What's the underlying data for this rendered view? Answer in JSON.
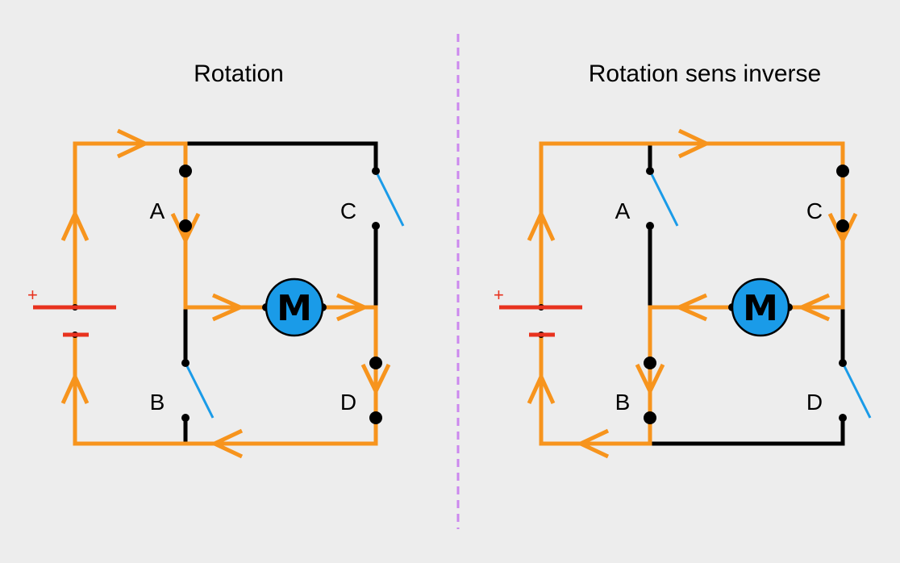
{
  "colors": {
    "background": "#ededed",
    "current_path": "#f7941d",
    "wire": "#000000",
    "open_switch": "#1a9be8",
    "battery": "#e8321e",
    "motor_fill": "#1a9be8",
    "divider": "#cc88ee"
  },
  "left": {
    "title": "Rotation",
    "labels": {
      "a": "A",
      "b": "B",
      "c": "C",
      "d": "D"
    },
    "motor": "M",
    "battery_plus": "+"
  },
  "right": {
    "title": "Rotation sens inverse",
    "labels": {
      "a": "A",
      "b": "B",
      "c": "C",
      "d": "D"
    },
    "motor": "M",
    "battery_plus": "+"
  }
}
